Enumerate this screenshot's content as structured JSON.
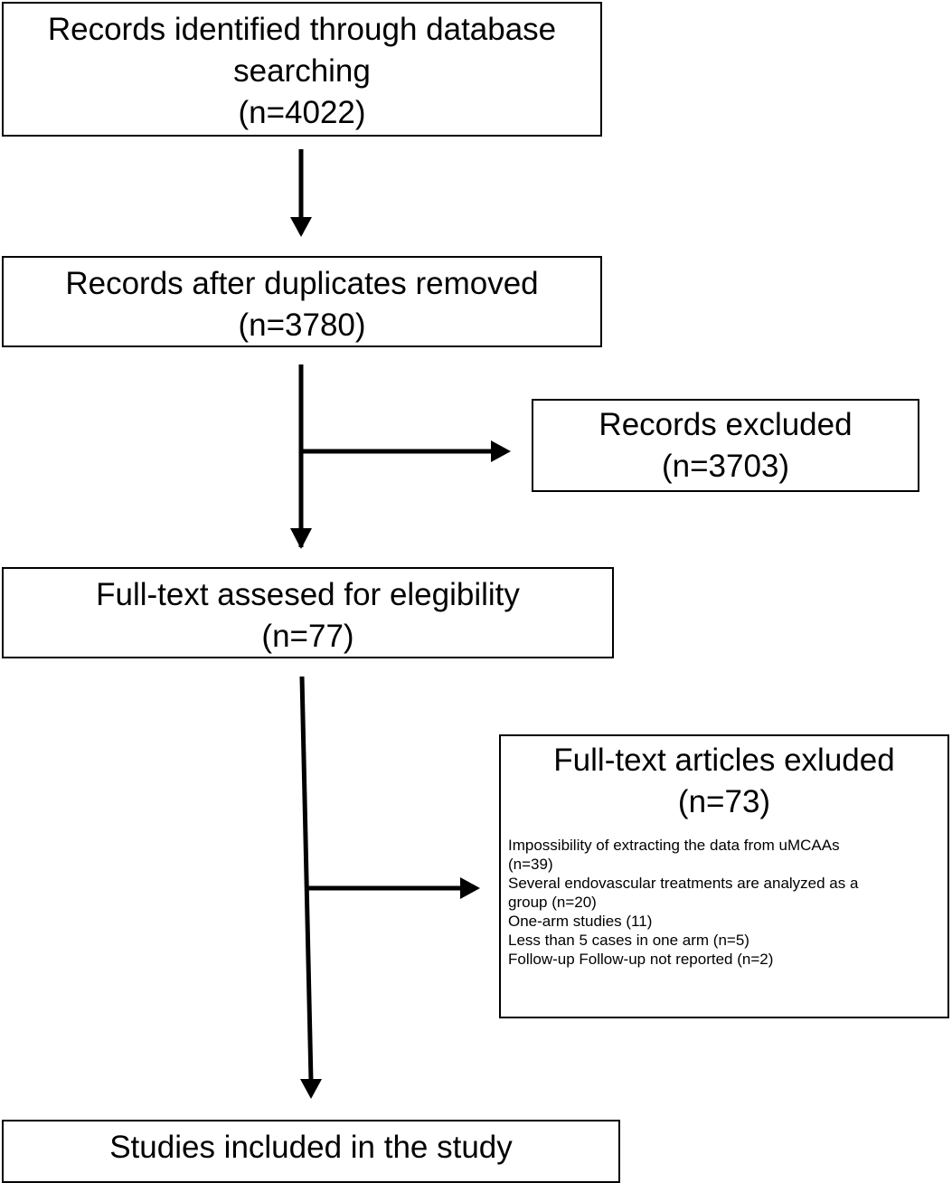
{
  "boxes": {
    "identified": {
      "line1": "Records identified through database",
      "line2": "searching",
      "count": "(n=4022)"
    },
    "after_duplicates": {
      "line1": "Records after duplicates removed",
      "count": "(n=3780)"
    },
    "excluded": {
      "line1": "Records excluded",
      "count": "(n=3703)"
    },
    "fulltext": {
      "line1": "Full-text assesed for elegibility",
      "count": "(n=77)"
    },
    "fulltext_excluded": {
      "line1": "Full-text articles exluded",
      "count": "(n=73)",
      "reasons": [
        "Impossibility of extracting the data from uMCAAs",
        "(n=39)",
        "Several endovascular treatments are analyzed as a",
        "group (n=20)",
        "One-arm studies (11)",
        "Less than 5 cases in one arm (n=5)",
        "Follow-up Follow-up not reported (n=2)"
      ]
    },
    "included": {
      "line1": "Studies included in the study"
    }
  }
}
